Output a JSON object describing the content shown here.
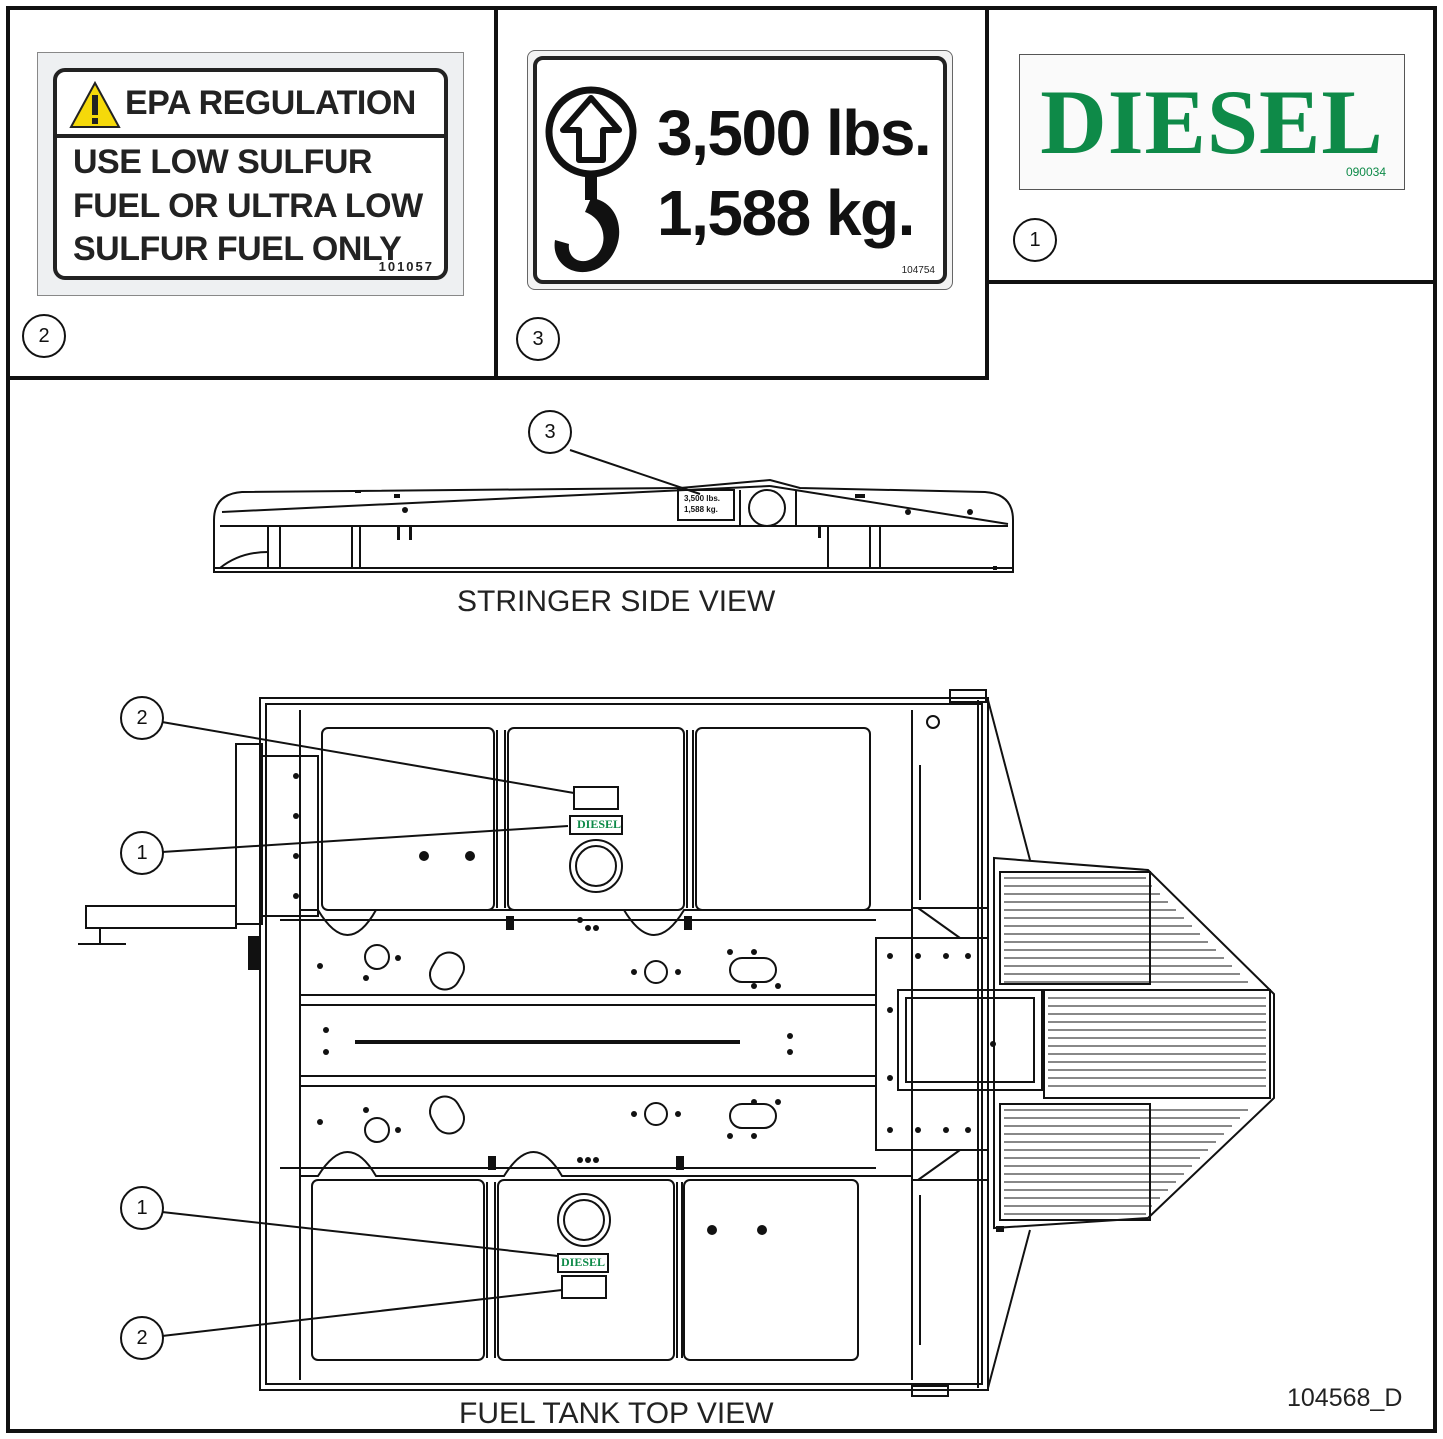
{
  "decal_epa": {
    "title": "EPA REGULATION",
    "line1": "USE LOW SULFUR",
    "line2": "FUEL OR ULTRA LOW",
    "line3": "SULFUR FUEL ONLY",
    "code": "101057"
  },
  "decal_capacity": {
    "lbs": "3,500 lbs.",
    "kg": "1,588 kg.",
    "code": "104754"
  },
  "decal_diesel": {
    "word": "DIESEL",
    "code": "090034"
  },
  "callouts": {
    "diesel": "1",
    "epa": "2",
    "capacity": "3"
  },
  "views": {
    "side": "STRINGER SIDE VIEW",
    "top": "FUEL TANK TOP VIEW"
  },
  "mini_labels": {
    "cap_lbs": "3,500 lbs.",
    "cap_kg": "1,588 kg.",
    "diesel": "DIESEL"
  },
  "drawing_number": "104568_D",
  "colors": {
    "diesel_green": "#0e8a48",
    "warning_yellow": "#f5d90a",
    "line": "#111111"
  }
}
